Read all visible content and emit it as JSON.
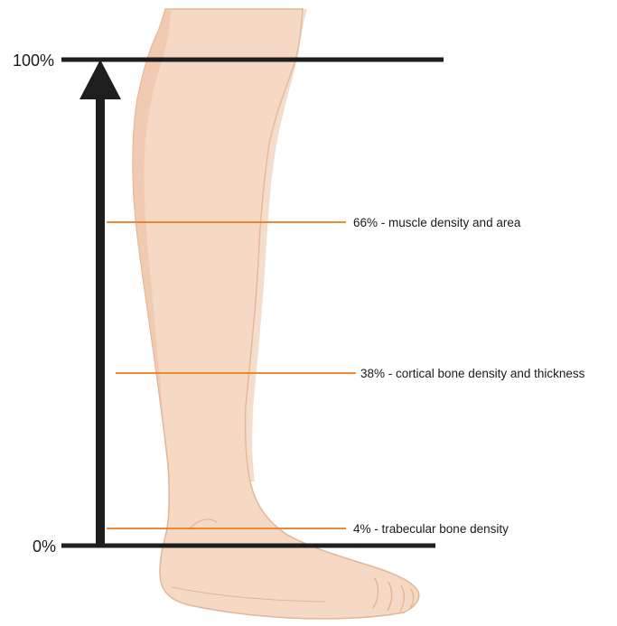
{
  "labels": {
    "top": "100%",
    "bottom": "0%",
    "site_66": "66% - muscle density and area",
    "site_38": "38% - cortical bone density and thickness",
    "site_4": "4% - trabecular bone density"
  },
  "measurement_sites": [
    {
      "percent": 66,
      "label": "66% - muscle density and area"
    },
    {
      "percent": 38,
      "label": "38% - cortical bone density and thickness"
    },
    {
      "percent": 4,
      "label": "4% - trabecular bone density"
    }
  ],
  "colors": {
    "line": "#1e1e1e",
    "marker": "#ec7a1c",
    "skin": "#f6d9c4",
    "skin_shade": "#efc6ab",
    "outline": "#e2b597"
  }
}
